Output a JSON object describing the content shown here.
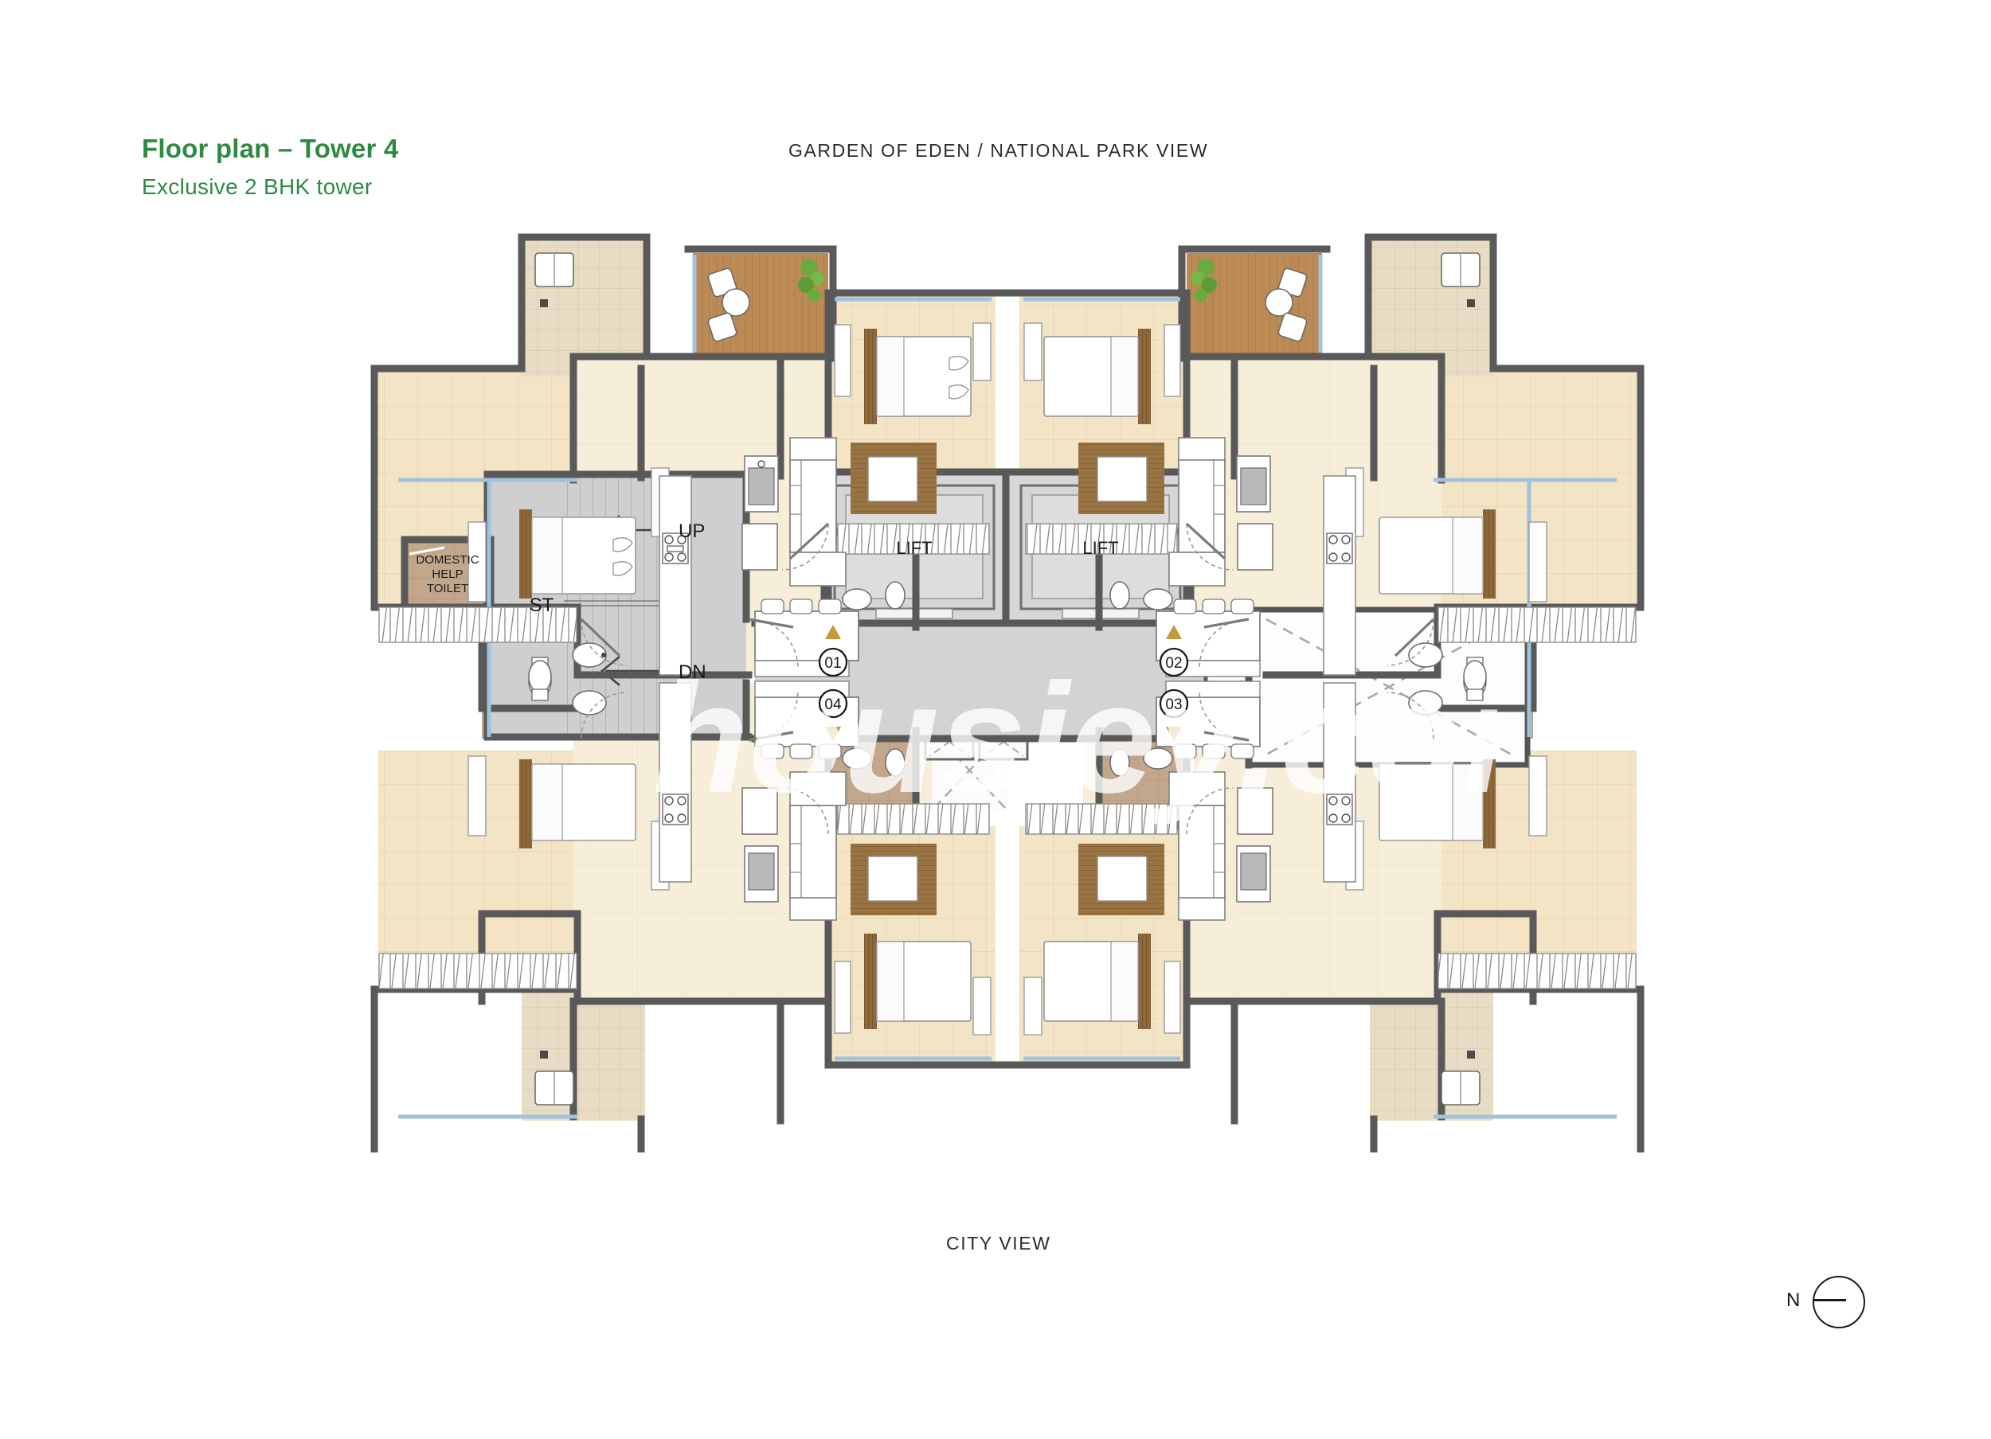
{
  "header": {
    "title": "Floor plan – Tower 4",
    "subtitle": "Exclusive 2 BHK tower"
  },
  "orientation_labels": {
    "top": "GARDEN OF EDEN / NATIONAL PARK VIEW",
    "bottom": "CITY VIEW"
  },
  "compass": {
    "label": "N"
  },
  "watermark": {
    "text": "housiey.com"
  },
  "core": {
    "stair_label": "ST",
    "up_label": "UP",
    "down_label": "DN",
    "domestic_help_toilet": "DOMESTIC\nHELP\nTOILET",
    "domestic_help_toilet_lines": [
      "DOMESTIC",
      "HELP",
      "TOILET"
    ],
    "lifts": [
      {
        "label": "LIFT"
      },
      {
        "label": "LIFT"
      }
    ]
  },
  "unit_markers": [
    {
      "id": "01",
      "label": "01",
      "direction": "up",
      "position": "lobby-left-top"
    },
    {
      "id": "04",
      "label": "04",
      "direction": "down",
      "position": "lobby-left-bottom"
    },
    {
      "id": "02",
      "label": "02",
      "direction": "up",
      "position": "lobby-right-top"
    },
    {
      "id": "03",
      "label": "03",
      "direction": "down",
      "position": "lobby-right-bottom"
    }
  ],
  "colors": {
    "title_green": "#2d8a42",
    "subtitle_green": "#2e8b45",
    "wall_dark": "#595959",
    "floor_cream": "#f4e7cf",
    "floor_marble": "#f7efdf",
    "bath_brown": "#bfa288",
    "lift_grey": "#d2d0d0",
    "lobby_grey": "#d4d3d3",
    "deck_wood": "#b8854f",
    "furniture_wood": "#8a6437",
    "plant_green": "#6aab3e",
    "window_blue": "#9fc2dd",
    "marker_arrow": "#c49a3a",
    "text_dark": "#1a1a1a"
  },
  "legend_counts": {
    "units_per_floor": 4,
    "lifts": 2,
    "staircases": 1
  }
}
